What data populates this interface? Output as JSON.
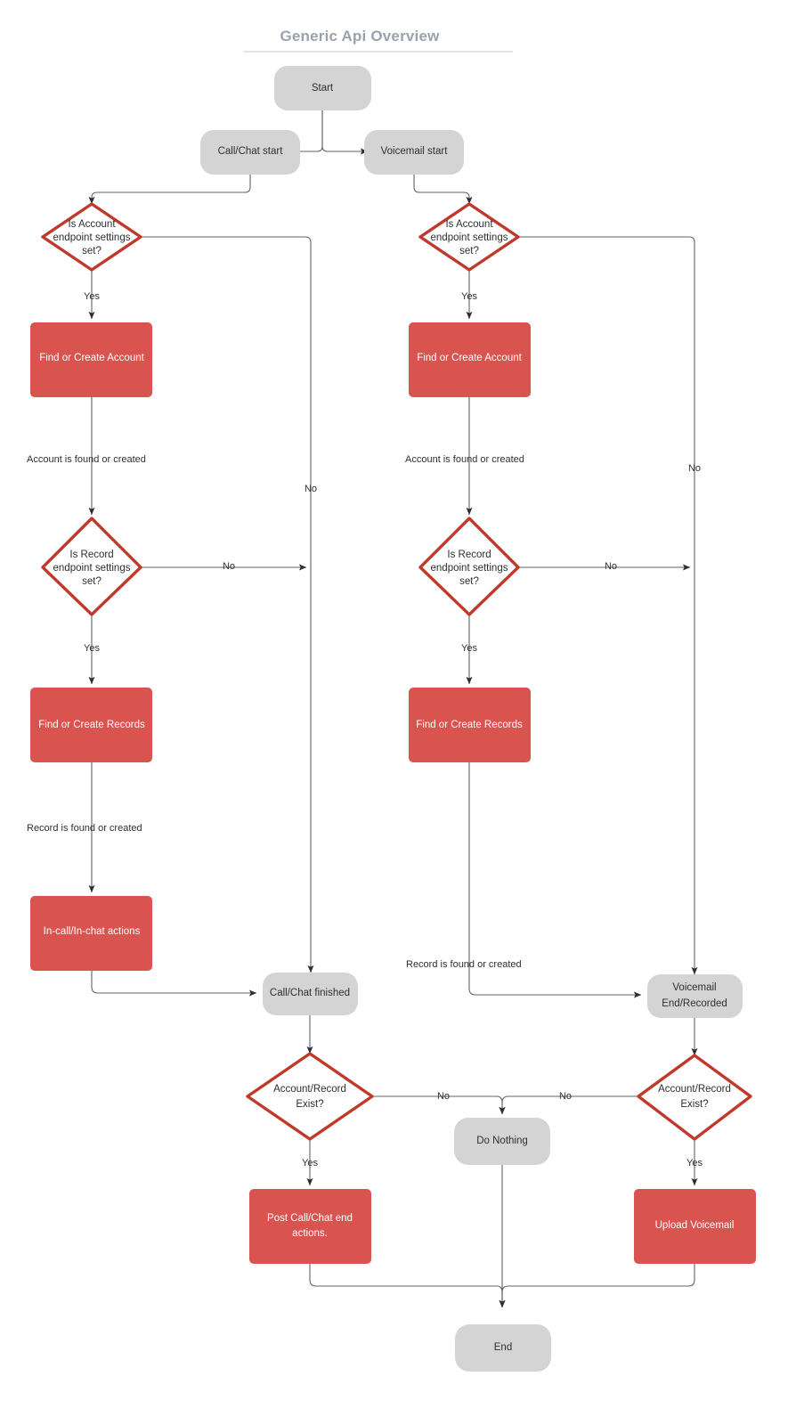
{
  "diagram": {
    "title": "Generic Api Overview",
    "type": "flowchart",
    "colors": {
      "terminator_fill": "#d4d4d4",
      "process_fill": "#d9534f",
      "decision_stroke": "#c0392b",
      "decision_fill": "#ffffff",
      "edge_stroke": "#5f6368",
      "title_color": "#9aa3ad",
      "text_dark": "#2b3034",
      "text_light": "#ffffff"
    },
    "nodes": {
      "start": {
        "label": "Start",
        "shape": "terminator"
      },
      "call_chat_start": {
        "label": "Call/Chat start",
        "shape": "terminator"
      },
      "voicemail_start": {
        "label": "Voicemail start",
        "shape": "terminator"
      },
      "acct_dec_left": {
        "label_line1": "Is Account",
        "label_line2": "endpoint settings",
        "label_line3": "set?",
        "shape": "decision"
      },
      "acct_dec_right": {
        "label_line1": "Is Account",
        "label_line2": "endpoint settings",
        "label_line3": "set?",
        "shape": "decision"
      },
      "find_acct_left": {
        "label": "Find or Create Account",
        "shape": "process"
      },
      "find_acct_right": {
        "label": "Find or Create Account",
        "shape": "process"
      },
      "rec_dec_left": {
        "label_line1": "Is Record",
        "label_line2": "endpoint settings",
        "label_line3": "set?",
        "shape": "decision"
      },
      "rec_dec_right": {
        "label_line1": "Is Record",
        "label_line2": "endpoint settings",
        "label_line3": "set?",
        "shape": "decision"
      },
      "find_rec_left": {
        "label": "Find or Create Records",
        "shape": "process"
      },
      "find_rec_right": {
        "label": "Find or Create Records",
        "shape": "process"
      },
      "in_call_actions": {
        "label": "In-call/In-chat actions",
        "shape": "process"
      },
      "call_chat_finished": {
        "label": "Call/Chat finished",
        "shape": "terminator"
      },
      "voicemail_end": {
        "label_line1": "Voicemail",
        "label_line2": "End/Recorded",
        "shape": "terminator"
      },
      "exist_dec_left": {
        "label_line1": "Account/Record",
        "label_line2": "Exist?",
        "shape": "decision"
      },
      "exist_dec_right": {
        "label_line1": "Account/Record",
        "label_line2": "Exist?",
        "shape": "decision"
      },
      "do_nothing": {
        "label": "Do Nothing",
        "shape": "terminator"
      },
      "post_call_actions": {
        "label_line1": "Post Call/Chat end",
        "label_line2": "actions.",
        "shape": "process"
      },
      "upload_voicemail": {
        "label": "Upload Voicemail",
        "shape": "process"
      },
      "end": {
        "label": "End",
        "shape": "terminator"
      }
    },
    "edge_labels": {
      "acct_left_yes": "Yes",
      "acct_left_no": "No",
      "acct_right_yes": "Yes",
      "acct_right_no": "No",
      "acct_found_left": "Account is found or created",
      "acct_found_right": "Account is found or created",
      "rec_left_yes": "Yes",
      "rec_left_no": "No",
      "rec_right_yes": "Yes",
      "rec_right_no": "No",
      "rec_found_left": "Record is found or created",
      "rec_found_right": "Record is found or created",
      "exist_left_yes": "Yes",
      "exist_left_no": "No",
      "exist_right_yes": "Yes",
      "exist_right_no": "No"
    }
  }
}
